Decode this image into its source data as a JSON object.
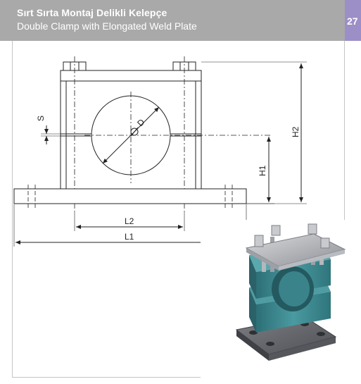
{
  "header": {
    "title_tr": "Sırt Sırta Montaj Delikli Kelepçe",
    "title_en": "Double Clamp with Elongated Weld Plate",
    "page_number": "27"
  },
  "drawing": {
    "dimensions": {
      "s": "S",
      "d": "D",
      "h1": "H1",
      "h2": "H2",
      "l1": "L1",
      "l2": "L2"
    }
  },
  "colors": {
    "header_bg": "#a9a9a9",
    "page_tab": "#9c8fc7",
    "clamp_body": "#3e8c93"
  }
}
